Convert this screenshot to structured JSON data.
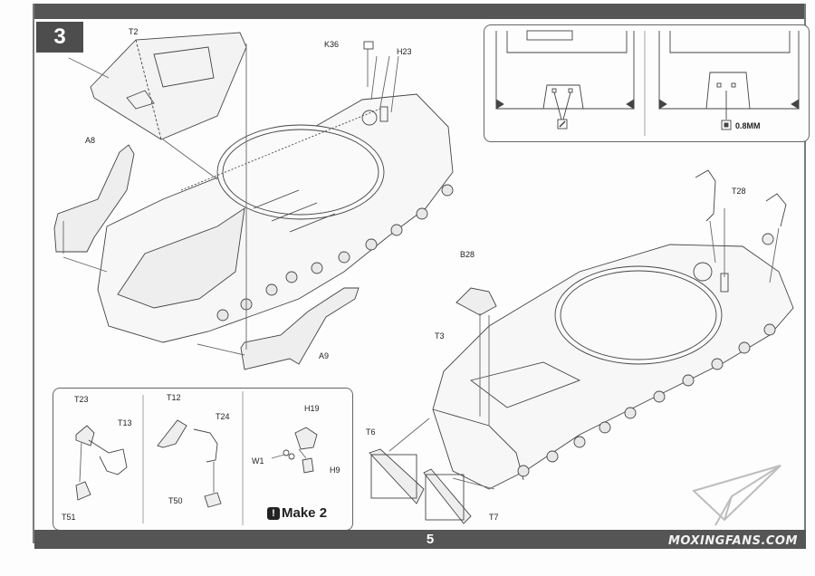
{
  "step": {
    "number": "3"
  },
  "page": {
    "number": "5"
  },
  "note": {
    "text": "Make 2",
    "icon": "warning-icon"
  },
  "detail": {
    "thickness": "0.8MM"
  },
  "watermark": {
    "text": "MOXINGFANS.COM"
  },
  "parts": {
    "t2": "T2",
    "k36": "K36",
    "h23": "H23",
    "a8": "A8",
    "a9": "A9",
    "b28": "B28",
    "t3": "T3",
    "t6": "T6",
    "t7": "T7",
    "t28": "T28",
    "t23": "T23",
    "t13": "T13",
    "t51": "T51",
    "t12": "T12",
    "t24": "T24",
    "t50": "T50",
    "h19": "H19",
    "w1": "W1",
    "h9": "H9"
  },
  "colors": {
    "bar": "#555555",
    "line": "#444444",
    "paper": "#fdfdfd"
  }
}
